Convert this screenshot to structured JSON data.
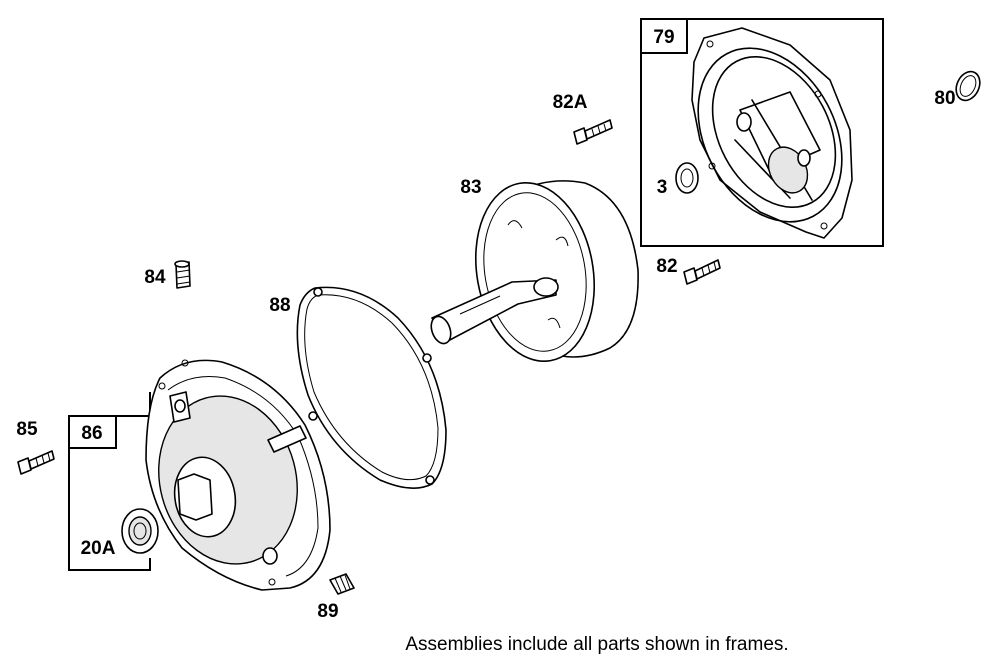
{
  "parts": {
    "p79": "79",
    "p80": "80",
    "p82A": "82A",
    "p3": "3",
    "p83": "83",
    "p82": "82",
    "p84": "84",
    "p88": "88",
    "p85": "85",
    "p86": "86",
    "p20A": "20A",
    "p89": "89"
  },
  "footnote": "Assemblies include all parts shown in frames."
}
